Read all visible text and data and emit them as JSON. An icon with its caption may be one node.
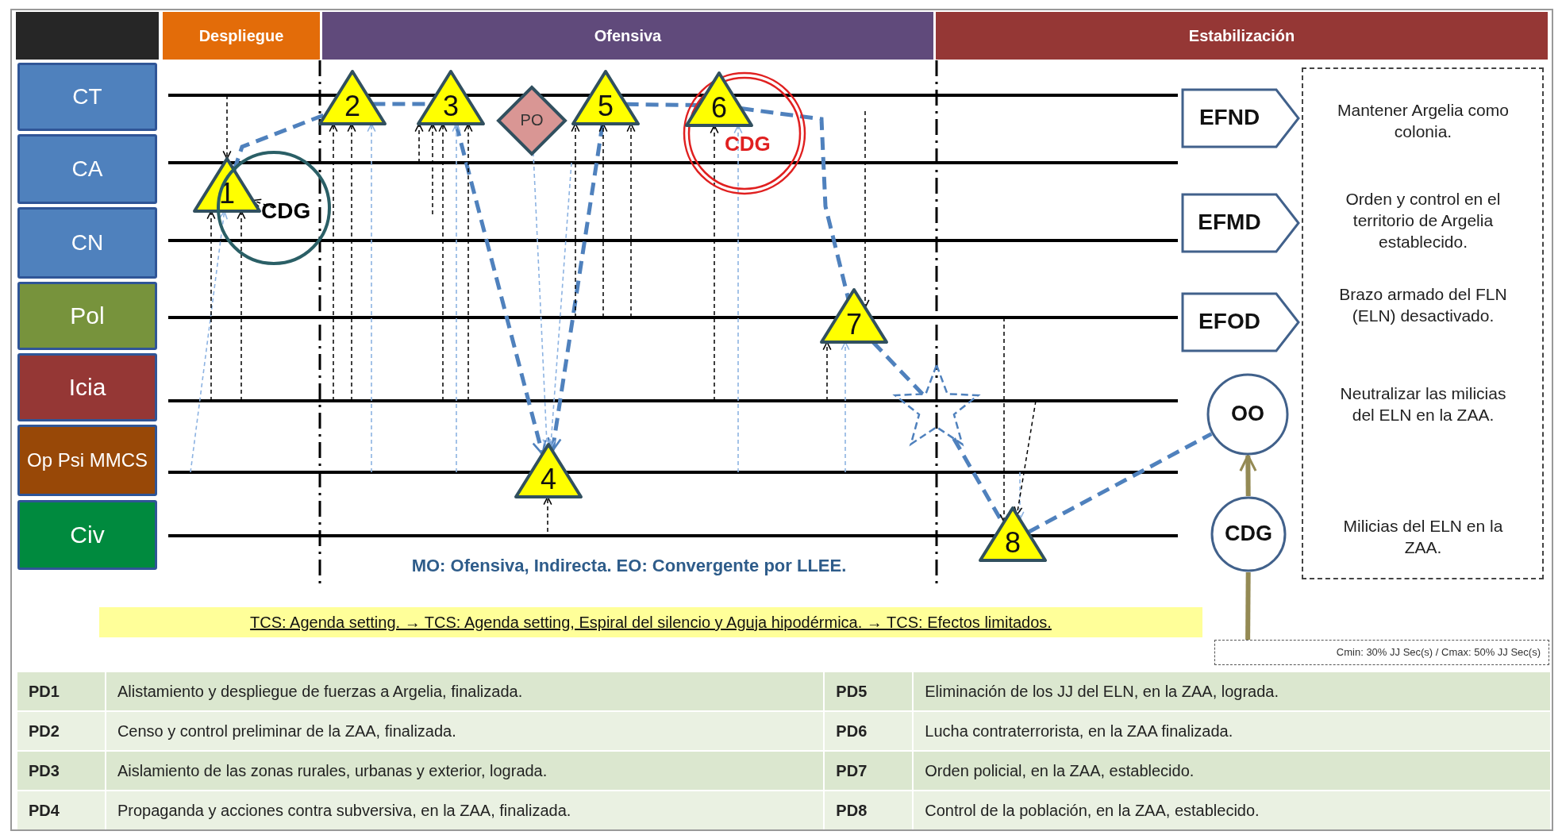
{
  "diagram": {
    "nodes": [
      {
        "text": [],
        "shape": "box"
      },
      {
        "text": [
          "Despliegue"
        ]
      },
      {
        "text": [
          "Ofensiva"
        ]
      },
      {
        "text": [
          "Estabilización"
        ]
      },
      {
        "text": [
          "CT"
        ]
      },
      {
        "text": [
          "CA"
        ]
      },
      {
        "text": [
          "CN"
        ]
      },
      {
        "text": [
          "Pol"
        ]
      },
      {
        "text": [
          "Icia"
        ]
      },
      {
        "text": [
          "Op Psi MMCS"
        ]
      },
      {
        "text": [
          "Civ"
        ]
      },
      {
        "text": [
          "1"
        ]
      },
      {
        "text": [
          "CDG"
        ]
      },
      {
        "text": [
          "2"
        ]
      },
      {
        "text": [
          "3"
        ]
      },
      {
        "text": [
          "PO"
        ]
      },
      {
        "text": [
          "5"
        ]
      },
      {
        "text": [
          "6"
        ],
        "in": 18
      },
      {
        "text": [
          "CDG"
        ]
      },
      {
        "text": [
          "EFND"
        ]
      },
      {
        "text": [
          "Mantener Argelia como colonia.",
          "Orden y control en el territorio de Argelia establecido.",
          "Brazo armado del FLN (ELN) desactivado.",
          "Neutralizar las milicias del ELN en la ZAA.",
          "Milicias del ELN en la ZAA."
        ]
      },
      {
        "text": [
          "EFMD"
        ]
      },
      {
        "text": [
          "EFOD"
        ]
      },
      {
        "text": [
          "7"
        ]
      },
      {
        "text": [],
        "shape": "star"
      },
      {
        "text": [
          "OO"
        ]
      },
      {
        "text": [
          "4"
        ]
      },
      {
        "text": [
          "8"
        ]
      },
      {
        "text": [
          "CDG"
        ]
      },
      {
        "text": [
          "TCS: Agenda setting. → TCS: Agenda setting, Espiral del silencio y Aguja hipodérmica. → TCS: Efectos limitados."
        ]
      },
      {
        "text": [
          "Cmin: 30% JJ Sec(s) / Cmax: 50% JJ Sec(s)"
        ]
      }
    ],
    "edges": [
      {
        "from": 11,
        "to": 13,
        "arrow": "none",
        "style": "dashed",
        "color": "#4f81bd"
      },
      {
        "from": 13,
        "to": 14,
        "arrow": "none",
        "style": "dashed",
        "color": "#4f81bd"
      },
      {
        "from": 14,
        "to": 26,
        "arrow": "to",
        "style": "dashed",
        "color": "#4f81bd"
      },
      {
        "from": 16,
        "to": 26,
        "arrow": "to",
        "style": "dashed",
        "color": "#4f81bd"
      },
      {
        "from": 16,
        "to": 17,
        "arrow": "none",
        "style": "dashed",
        "color": "#4f81bd"
      },
      {
        "from": 17,
        "to": 23,
        "arrow": "none",
        "style": "dashed",
        "color": "#4f81bd"
      },
      {
        "from": 23,
        "to": 24,
        "arrow": "none",
        "style": "dashed",
        "color": "#4f81bd"
      },
      {
        "from": 24,
        "to": 27,
        "arrow": "none",
        "style": "dashed",
        "color": "#4f81bd"
      },
      {
        "from": 27,
        "to": 25,
        "arrow": "none",
        "style": "dashed",
        "color": "#4f81bd"
      },
      {
        "from": 28,
        "to": 25,
        "arrow": "to",
        "style": "thick",
        "color": "#948a54"
      },
      {
        "from": 30,
        "to": 28,
        "arrow": "none",
        "style": "thick",
        "color": "#948a54"
      },
      {
        "from": null,
        "to": 11,
        "arrow": "to",
        "style": "dashed"
      },
      {
        "from": null,
        "to": 11,
        "arrow": "to",
        "style": "dashed",
        "color": "#8db3e2"
      },
      {
        "from": null,
        "to": 11,
        "arrow": "to",
        "style": "dashed"
      },
      {
        "from": null,
        "to": 11,
        "arrow": "to",
        "style": "dashed"
      },
      {
        "from": 12,
        "to": 11,
        "arrow": "to",
        "style": "dashed"
      },
      {
        "from": null,
        "to": 13,
        "arrow": "to",
        "style": "dashed"
      },
      {
        "from": null,
        "to": 13,
        "arrow": "to",
        "style": "dashed"
      },
      {
        "from": null,
        "to": 13,
        "arrow": "to",
        "style": "dashed",
        "color": "#8db3e2"
      },
      {
        "from": null,
        "to": 14,
        "arrow": "to",
        "style": "dashed"
      },
      {
        "from": null,
        "to": 14,
        "arrow": "to",
        "style": "dashed"
      },
      {
        "from": null,
        "to": 14,
        "arrow": "to",
        "style": "dashed"
      },
      {
        "from": null,
        "to": 14,
        "arrow": "to",
        "style": "dashed",
        "color": "#8db3e2"
      },
      {
        "from": null,
        "to": 14,
        "arrow": "to",
        "style": "dashed"
      },
      {
        "from": 15,
        "to": 26,
        "arrow": "to",
        "style": "dashed",
        "color": "#8db3e2"
      },
      {
        "from": null,
        "to": 26,
        "arrow": "to",
        "style": "dashed",
        "color": "#8db3e2"
      },
      {
        "from": null,
        "to": 26,
        "arrow": "to",
        "style": "dashed"
      },
      {
        "from": null,
        "to": 16,
        "arrow": "to",
        "style": "dashed"
      },
      {
        "from": null,
        "to": 16,
        "arrow": "to",
        "style": "dashed"
      },
      {
        "from": null,
        "to": 16,
        "arrow": "to",
        "style": "dashed"
      },
      {
        "from": null,
        "to": 17,
        "arrow": "to",
        "style": "dashed"
      },
      {
        "from": null,
        "to": 17,
        "arrow": "to",
        "style": "dashed",
        "color": "#8db3e2"
      },
      {
        "from": null,
        "to": 23,
        "arrow": "to",
        "style": "dashed"
      },
      {
        "from": null,
        "to": 23,
        "arrow": "to",
        "style": "dashed"
      },
      {
        "from": null,
        "to": 23,
        "arrow": "to",
        "style": "dashed",
        "color": "#8db3e2"
      },
      {
        "from": null,
        "to": 27,
        "arrow": "to",
        "style": "dashed"
      },
      {
        "from": null,
        "to": 27,
        "arrow": "to",
        "style": "dashed",
        "color": "#8db3e2"
      },
      {
        "from": null,
        "to": 27,
        "arrow": "to",
        "style": "dashed"
      }
    ],
    "labels": [
      "MO: Ofensiva, Indirecta. EO: Convergente por LLEE.",
      "PD1",
      "Alistamiento y despliegue de fuerzas a Argelia, finalizada.",
      "PD5",
      "Eliminación de los JJ del ELN, en la ZAA, lograda.",
      "PD2",
      "Censo y control preliminar de la ZAA, finalizada.",
      "PD6",
      "Lucha contraterrorista, en la ZAA finalizada.",
      "PD3",
      "Aislamiento de las zonas rurales, urbanas y exterior, lograda.",
      "PD7",
      "Orden policial, en la ZAA, establecido.",
      "PD4",
      "Propaganda y acciones contra subversiva, en la ZAA, finalizada.",
      "PD8",
      "Control de la población, en la ZAA, establecido."
    ]
  }
}
